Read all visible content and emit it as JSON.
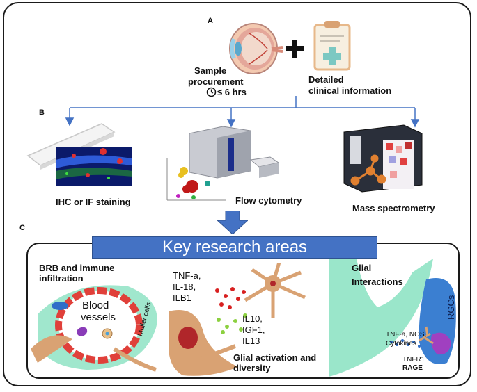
{
  "panels": {
    "a": "A",
    "b": "B",
    "c": "C"
  },
  "procurement": {
    "sample_line1": "Sample",
    "sample_line2": "procurement",
    "time": "≤ 6 hrs",
    "clinical_line1": "Detailed",
    "clinical_line2": "clinical information"
  },
  "methods": {
    "ihc": "IHC or IF staining",
    "flow": "Flow cytometry",
    "mass": "Mass spectrometry"
  },
  "key_areas": {
    "title": "Key research areas",
    "brb_line1": "BRB and immune",
    "brb_line2": "infiltration",
    "blood_line1": "Blood",
    "blood_line2": "vessels",
    "muller": "Muller cells",
    "cytokines_left": [
      "TNF-a,",
      "IL-18,",
      "ILB1"
    ],
    "cytokines_right": [
      "IL10,",
      "IGF1,",
      "IL13"
    ],
    "glial_activation_line1": "Glial activation and",
    "glial_activation_line2": "diversity",
    "glial_interactions_line1": "Glial",
    "glial_interactions_line2": "Interactions",
    "interaction_line1": "TNF-a, NOS,",
    "interaction_line2": "Cytokines",
    "rgcs": "RGCs",
    "tnfr1": "TNFR1",
    "rage": "RAGE"
  },
  "colors": {
    "arrow_blue": "#4472c4",
    "banner_blue": "#4472c4",
    "glia_green": "#8fe3c4",
    "astrocyte_tan": "#d9a273",
    "vessel_red": "#e0403a",
    "rgc_blue": "#3b7fd1"
  }
}
